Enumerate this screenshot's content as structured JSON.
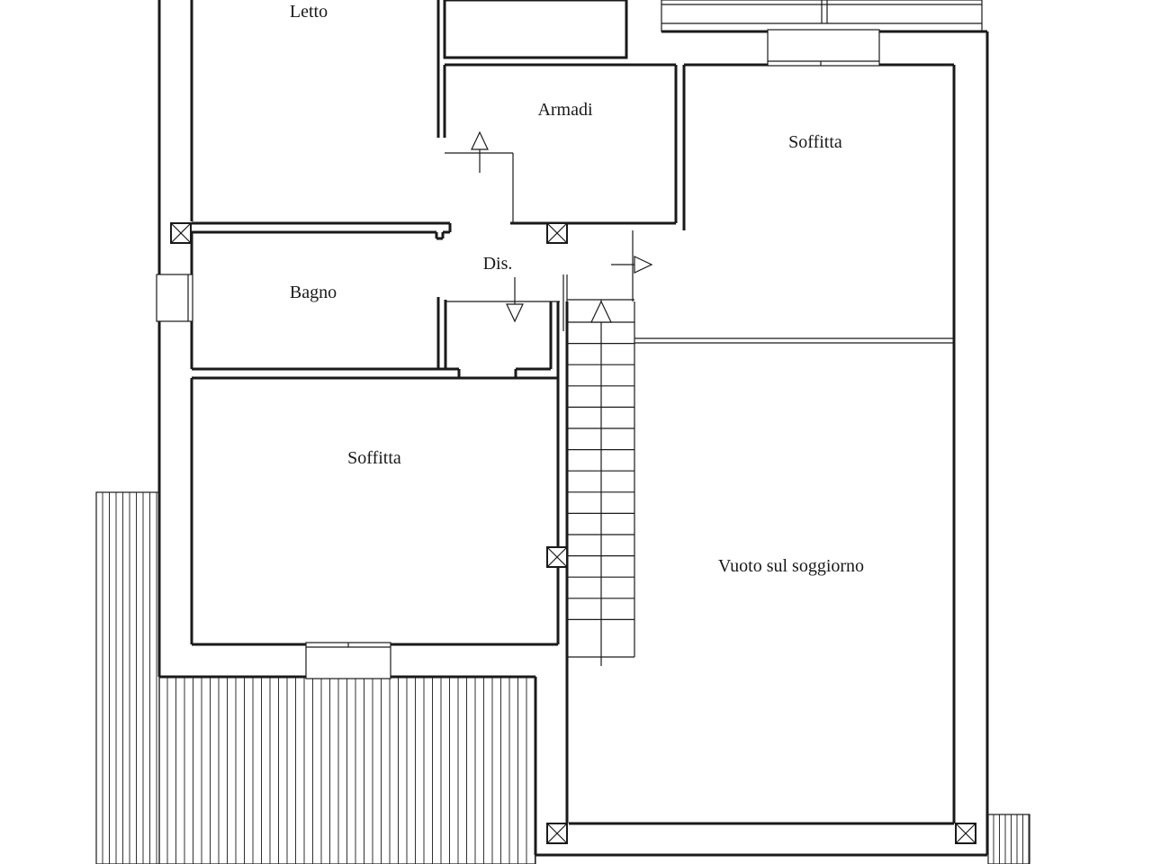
{
  "rooms": {
    "letto": "Letto",
    "armadi": "Armadi",
    "soffitta_top": "Soffitta",
    "disimpegno": "Dis.",
    "bagno": "Bagno",
    "soffitta_bottom": "Soffitta",
    "vuoto": "Vuoto sul soggiorno"
  }
}
